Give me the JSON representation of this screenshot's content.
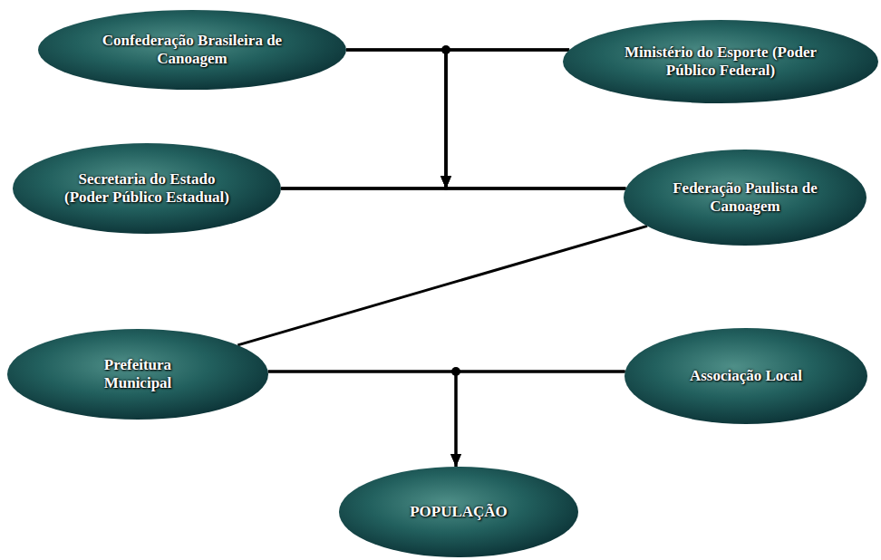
{
  "diagram": {
    "nodes": [
      {
        "text": [
          "Confederação Brasileira de Canoagem"
        ]
      },
      {
        "text": [
          "Ministério do Esporte (Poder Público Federal)"
        ]
      },
      {
        "text": [
          "Secretaria do Estado (Poder Público Estadual)"
        ]
      },
      {
        "text": [
          "Federação Paulista de Canoagem"
        ]
      },
      {
        "text": [
          "Prefeitura Municipal"
        ]
      },
      {
        "text": [
          "Associação Local"
        ]
      },
      {
        "text": [
          "POPULAÇÃO"
        ]
      }
    ],
    "edges": [
      {
        "from": 0,
        "to": 1,
        "arrow": "none"
      },
      {
        "from": 0,
        "to": 2,
        "arrow": "to"
      },
      {
        "from": 0,
        "to": 3,
        "arrow": "to"
      },
      {
        "from": 1,
        "to": 2,
        "arrow": "to"
      },
      {
        "from": 1,
        "to": 3,
        "arrow": "to"
      },
      {
        "from": 2,
        "to": 3,
        "arrow": "none"
      },
      {
        "from": 3,
        "to": 4,
        "arrow": "none"
      },
      {
        "from": 4,
        "to": 5,
        "arrow": "none"
      },
      {
        "from": 4,
        "to": 6,
        "arrow": "to"
      },
      {
        "from": 5,
        "to": 6,
        "arrow": "to"
      }
    ]
  }
}
